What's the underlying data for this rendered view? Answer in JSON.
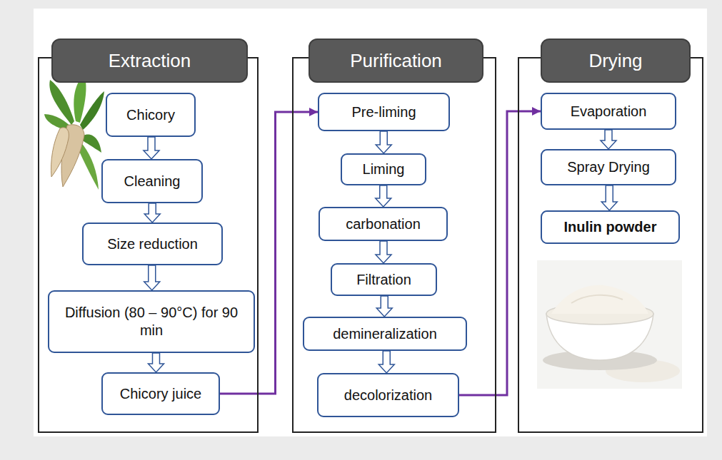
{
  "diagram": {
    "nodes": [
      {
        "text": [
          "Extraction"
        ]
      },
      {
        "text": [
          "Chicory"
        ],
        "in": 0
      },
      {
        "text": [
          "Cleaning"
        ],
        "in": 0
      },
      {
        "text": [
          "Size reduction"
        ],
        "in": 0
      },
      {
        "text": [
          "Diffusion (80 – 90°C) for 90 min"
        ],
        "in": 0
      },
      {
        "text": [
          "Chicory juice"
        ],
        "in": 0
      },
      {
        "text": [
          "Purification"
        ]
      },
      {
        "text": [
          "Pre-liming"
        ],
        "in": 6
      },
      {
        "text": [
          "Liming"
        ],
        "in": 6
      },
      {
        "text": [
          "carbonation"
        ],
        "in": 6
      },
      {
        "text": [
          "Filtration"
        ],
        "in": 6
      },
      {
        "text": [
          "demineralization"
        ],
        "in": 6
      },
      {
        "text": [
          "decolorization"
        ],
        "in": 6
      },
      {
        "text": [
          "Drying"
        ]
      },
      {
        "text": [
          "Evaporation"
        ],
        "in": 13
      },
      {
        "text": [
          "Spray Drying"
        ],
        "in": 13
      },
      {
        "text": [
          "Inulin powder"
        ],
        "in": 13
      }
    ],
    "edges": [
      {
        "from": 1,
        "to": 2,
        "arrow": "to"
      },
      {
        "from": 2,
        "to": 3,
        "arrow": "to"
      },
      {
        "from": 3,
        "to": 4,
        "arrow": "to"
      },
      {
        "from": 4,
        "to": 5,
        "arrow": "to"
      },
      {
        "from": 5,
        "to": 7,
        "arrow": "to"
      },
      {
        "from": 7,
        "to": 8,
        "arrow": "to"
      },
      {
        "from": 8,
        "to": 9,
        "arrow": "to"
      },
      {
        "from": 9,
        "to": 10,
        "arrow": "to"
      },
      {
        "from": 10,
        "to": 11,
        "arrow": "to"
      },
      {
        "from": 11,
        "to": 12,
        "arrow": "to"
      },
      {
        "from": 12,
        "to": 14,
        "arrow": "to"
      },
      {
        "from": 14,
        "to": 15,
        "arrow": "to"
      },
      {
        "from": 15,
        "to": 16,
        "arrow": "to"
      }
    ]
  }
}
